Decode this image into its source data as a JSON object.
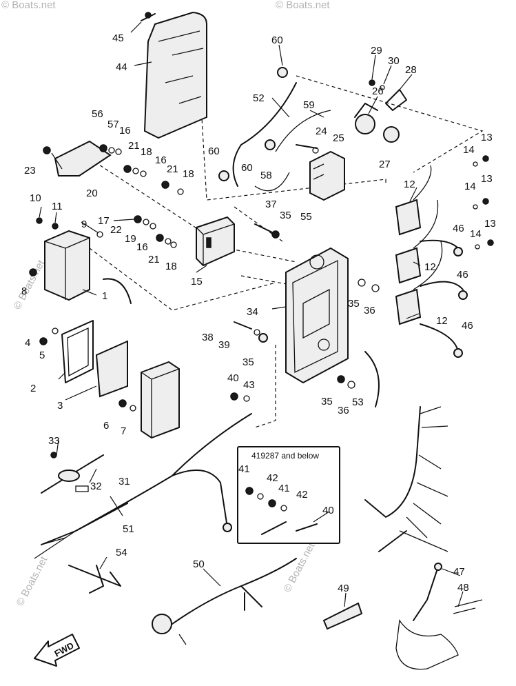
{
  "diagram": {
    "watermark": "© Boats.net",
    "inset_title": "419287 and below",
    "direction_label": "FWD",
    "callouts": [
      "45",
      "44",
      "60",
      "29",
      "30",
      "28",
      "52",
      "59",
      "26",
      "56",
      "57",
      "16",
      "21",
      "18",
      "16",
      "21",
      "18",
      "24",
      "25",
      "60",
      "60",
      "58",
      "27",
      "13",
      "14",
      "23",
      "20",
      "12",
      "14",
      "13",
      "10",
      "11",
      "37",
      "35",
      "55",
      "17",
      "9",
      "22",
      "19",
      "16",
      "21",
      "18",
      "15",
      "46",
      "14",
      "13",
      "12",
      "46",
      "8",
      "1",
      "34",
      "35",
      "36",
      "12",
      "46",
      "4",
      "5",
      "38",
      "39",
      "35",
      "2",
      "3",
      "40",
      "43",
      "6",
      "7",
      "35",
      "36",
      "53",
      "33",
      "31",
      "32",
      "41",
      "42",
      "41",
      "42",
      "40",
      "51",
      "54",
      "50",
      "47",
      "49",
      "48"
    ]
  }
}
